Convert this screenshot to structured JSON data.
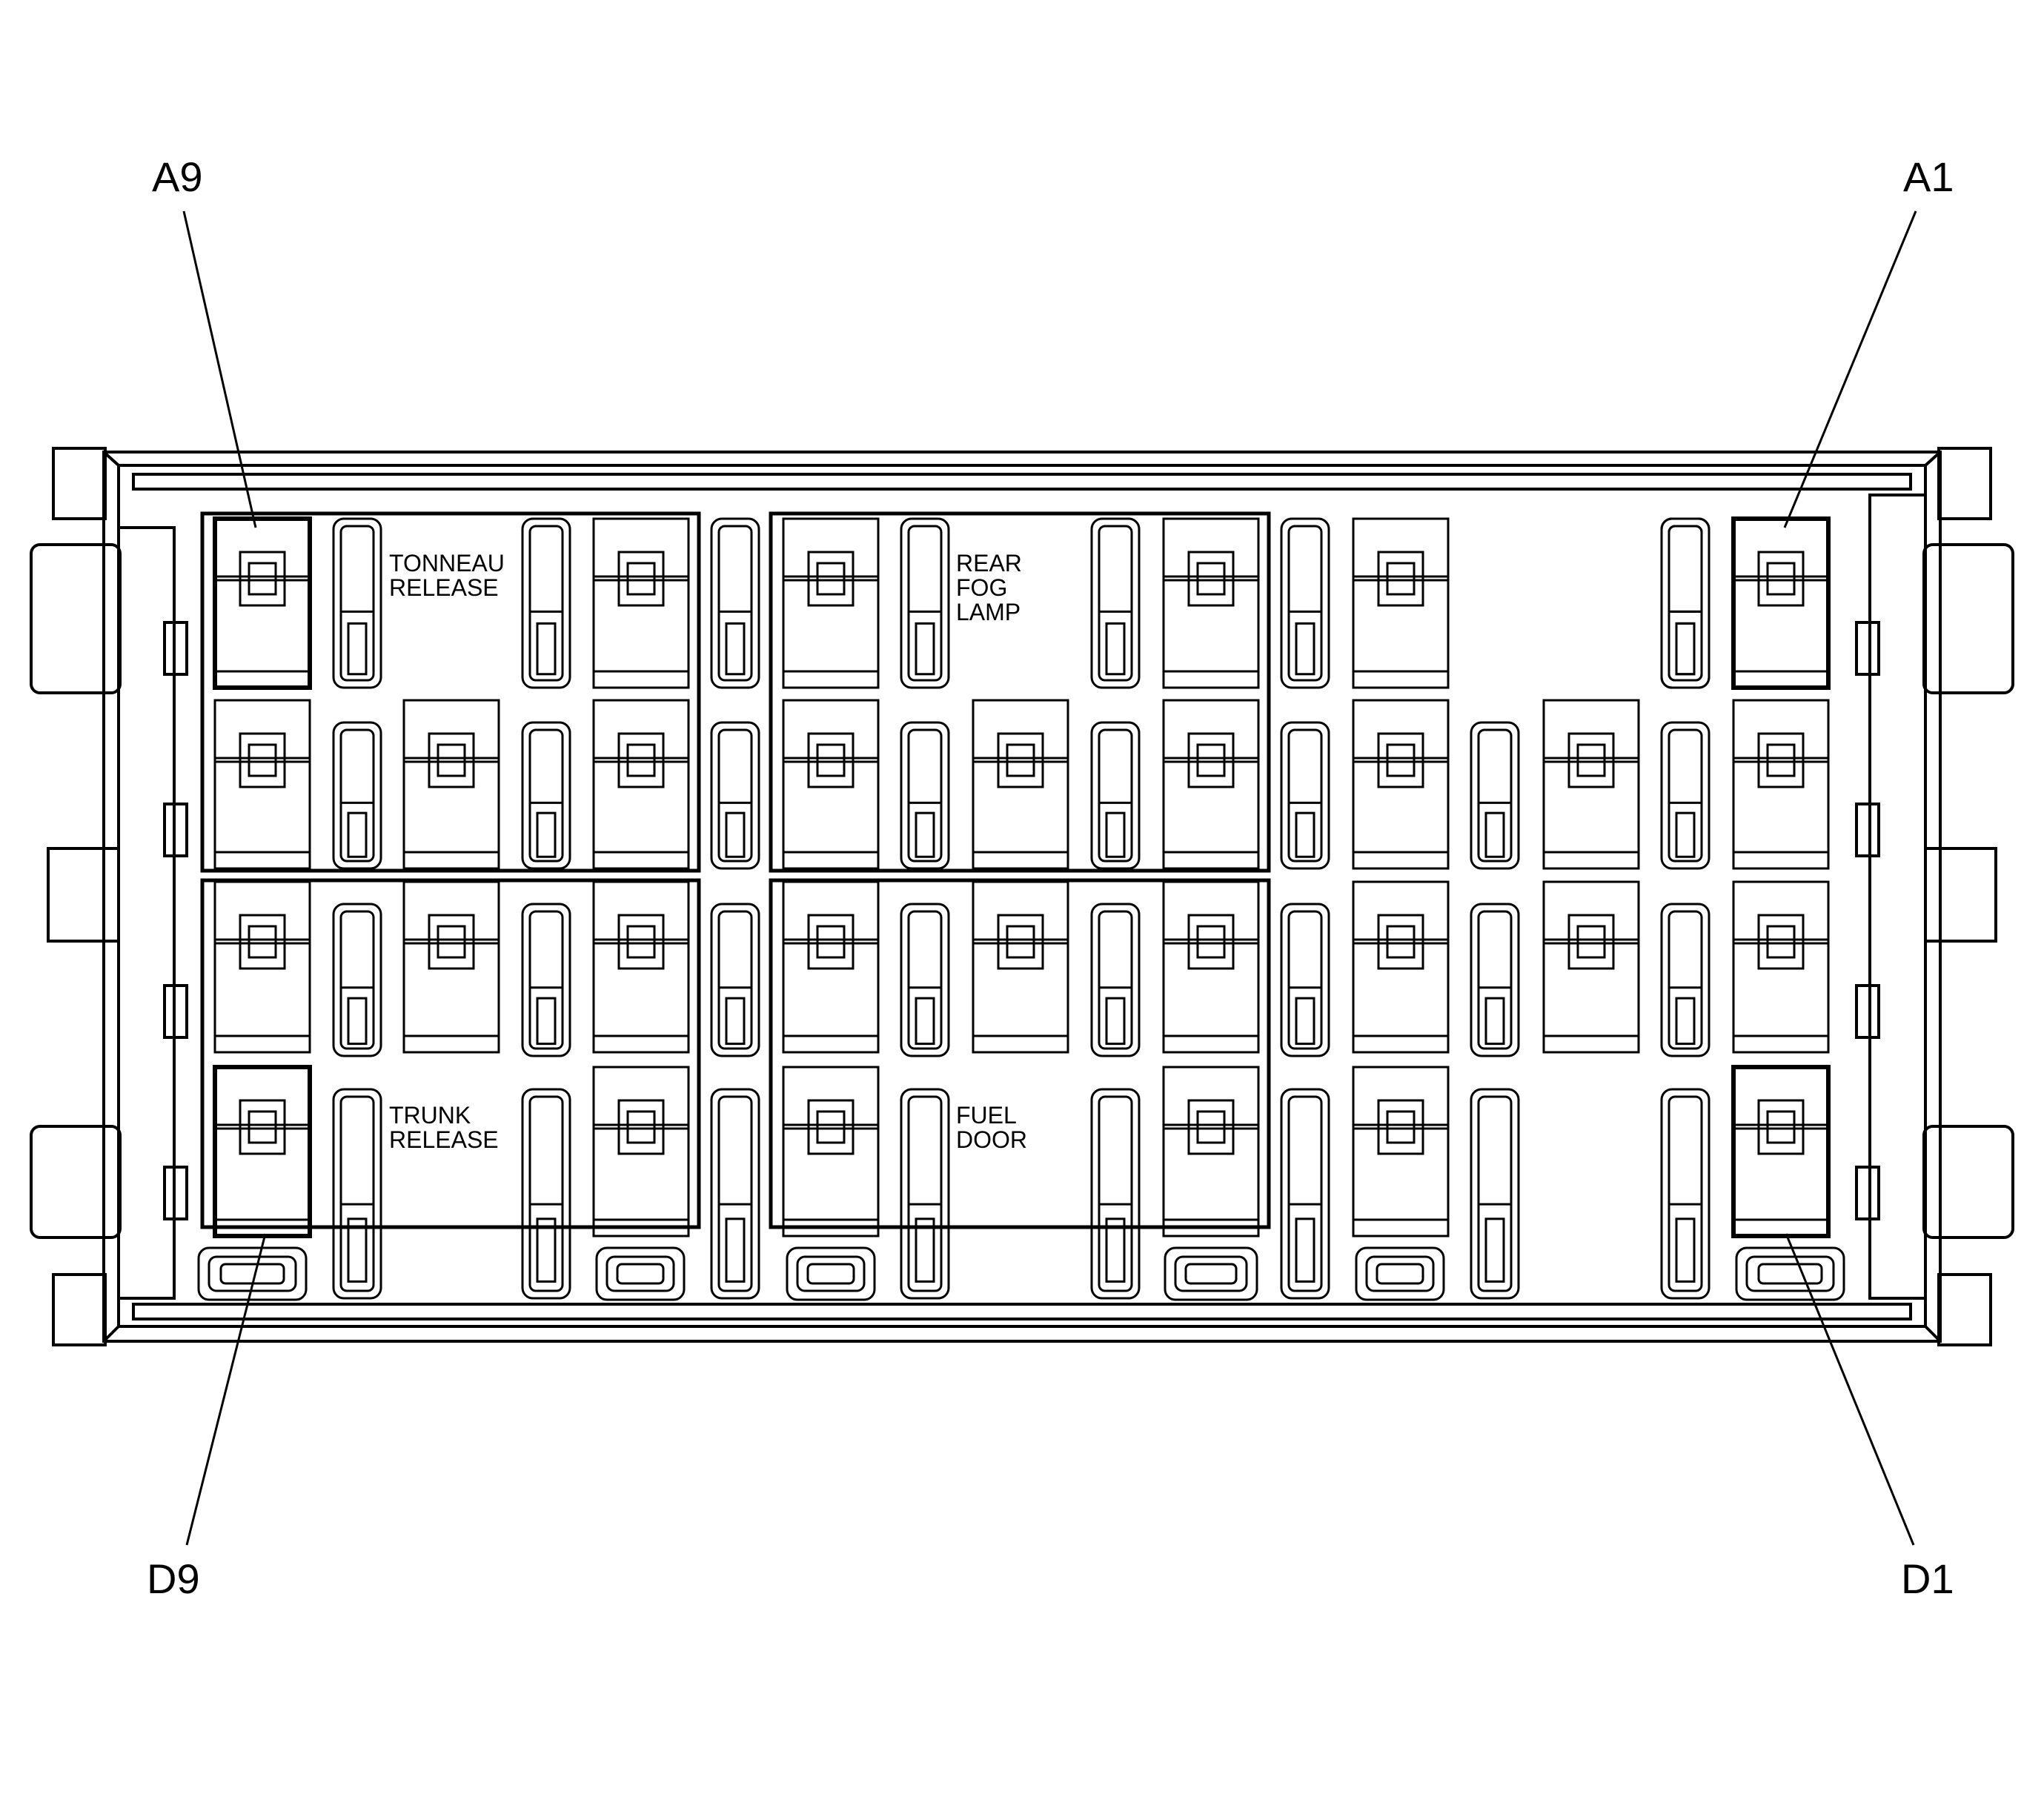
{
  "diagram": {
    "callouts": {
      "a9": "A9",
      "a1": "A1",
      "d9": "D9",
      "d1": "D1"
    },
    "relay_labels": {
      "tonneau_release": [
        "TONNEAU",
        "RELEASE"
      ],
      "rear_fog_lamp": [
        "REAR",
        "FOG",
        "LAMP"
      ],
      "trunk_release": [
        "TRUNK",
        "RELEASE"
      ],
      "fuel_door": [
        "FUEL",
        "DOOR"
      ]
    },
    "colors": {
      "line": "#000000",
      "background": "#ffffff"
    }
  }
}
